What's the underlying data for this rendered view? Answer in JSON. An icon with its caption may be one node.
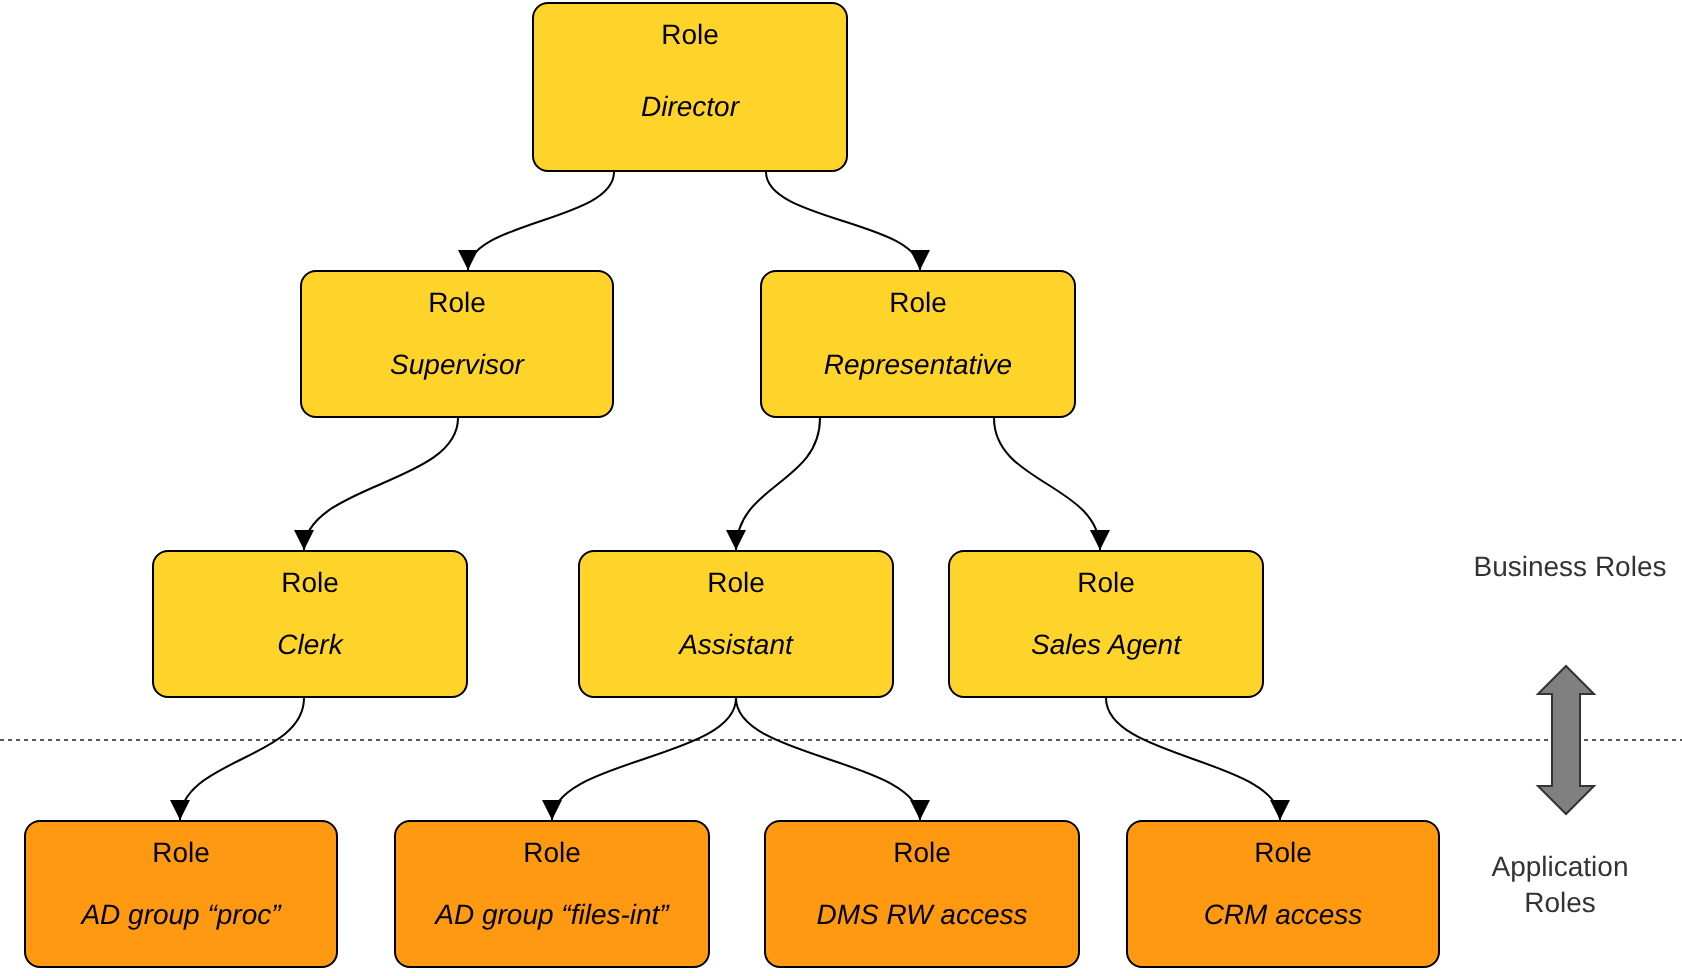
{
  "diagram": {
    "nodes": [
      {
        "text": [
          "Role",
          "Director"
        ]
      },
      {
        "text": [
          "Role",
          "Supervisor"
        ]
      },
      {
        "text": [
          "Role",
          "Representative"
        ]
      },
      {
        "text": [
          "Role",
          "Clerk"
        ]
      },
      {
        "text": [
          "Role",
          "Assistant"
        ]
      },
      {
        "text": [
          "Role",
          "Sales Agent"
        ]
      },
      {
        "text": [
          "Role",
          "AD group “proc”"
        ]
      },
      {
        "text": [
          "Role",
          "AD group “files-int”"
        ]
      },
      {
        "text": [
          "Role",
          "DMS RW access"
        ]
      },
      {
        "text": [
          "Role",
          "CRM access"
        ]
      }
    ],
    "edges": [
      {
        "from": 0,
        "to": 1,
        "arrow": "to"
      },
      {
        "from": 0,
        "to": 2,
        "arrow": "to"
      },
      {
        "from": 1,
        "to": 3,
        "arrow": "to"
      },
      {
        "from": 2,
        "to": 4,
        "arrow": "to"
      },
      {
        "from": 2,
        "to": 5,
        "arrow": "to"
      },
      {
        "from": 3,
        "to": 6,
        "arrow": "to"
      },
      {
        "from": 4,
        "to": 7,
        "arrow": "to"
      },
      {
        "from": 4,
        "to": 8,
        "arrow": "to"
      },
      {
        "from": 5,
        "to": 9,
        "arrow": "to"
      }
    ],
    "labels": [
      "Business Roles",
      "Application Roles"
    ]
  }
}
